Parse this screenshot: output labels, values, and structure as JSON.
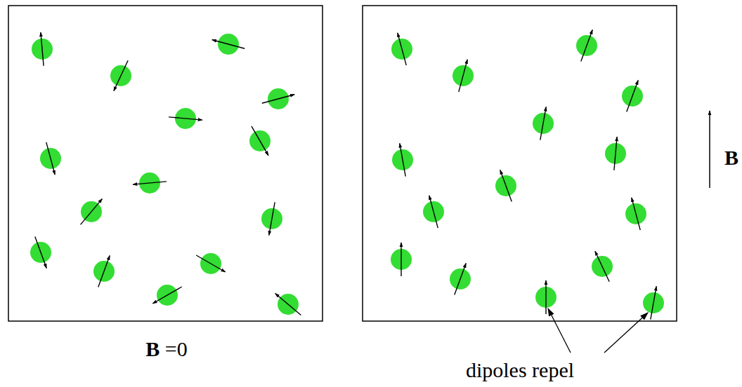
{
  "diagram": {
    "labels": [
      "B =0",
      "B",
      "dipoles repel"
    ]
  }
}
